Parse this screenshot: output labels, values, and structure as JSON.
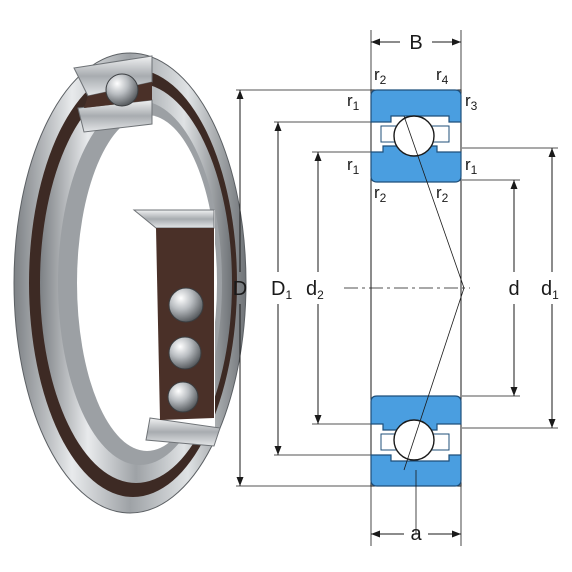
{
  "figure": {
    "photo": {
      "subject": "angular contact ball bearing, cutaway photo"
    },
    "section_drawing": {
      "colors": {
        "ring_fill": "#4a9ee0",
        "ring_stroke": "#1f4f7a",
        "line": "#1a1a1a"
      },
      "labels": {
        "width": "B",
        "outer_diameter": "D",
        "outer_ring_shoulder": {
          "main": "D",
          "sub": "1"
        },
        "inner_ring_shoulder": {
          "main": "d",
          "sub": "2"
        },
        "bore": "d",
        "inner_ring_outer_shoulder": {
          "main": "d",
          "sub": "1"
        },
        "load_centre": "a",
        "chamfers": {
          "r1_a": {
            "main": "r",
            "sub": "1"
          },
          "r2_a": {
            "main": "r",
            "sub": "2"
          },
          "r4": {
            "main": "r",
            "sub": "4"
          },
          "r3": {
            "main": "r",
            "sub": "3"
          },
          "r1_b": {
            "main": "r",
            "sub": "1"
          },
          "r1_c": {
            "main": "r",
            "sub": "1"
          },
          "r2_b": {
            "main": "r",
            "sub": "2"
          },
          "r2_c": {
            "main": "r",
            "sub": "2"
          }
        }
      }
    }
  }
}
